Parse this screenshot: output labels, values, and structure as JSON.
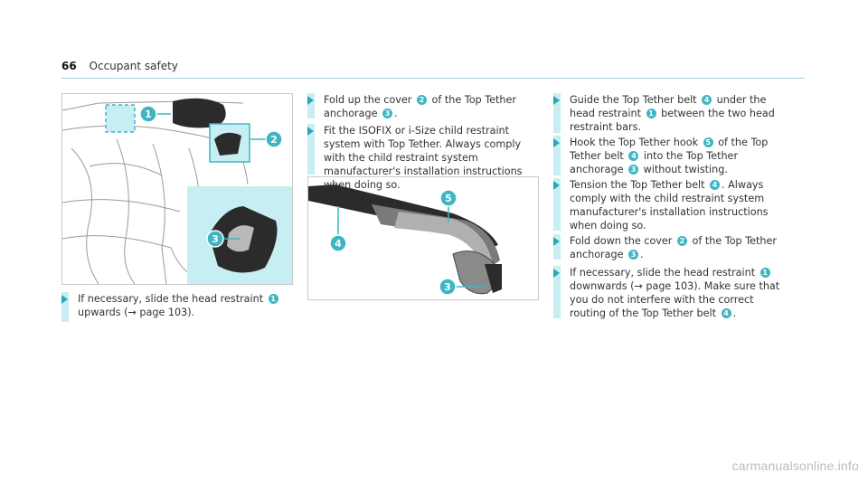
{
  "header": {
    "page_number": "66",
    "section_title": "Occupant safety"
  },
  "steps": {
    "s1": [
      "If necessary, slide the head restraint ",
      "1",
      " upwards (→ page 103)."
    ],
    "s2": [
      "Fold up the cover ",
      "2",
      " of the Top Tether anchorage ",
      "3",
      "."
    ],
    "s3": [
      "Fit the ISOFIX or i-Size child restraint system with Top Tether. Always comply with the child restraint system manufacturer's installation instructions when doing so."
    ],
    "s4": [
      "Guide the Top Tether belt ",
      "4",
      " under the head restraint ",
      "1",
      " between the two head restraint bars."
    ],
    "s5": [
      "Hook the Top Tether hook ",
      "5",
      " of the Top Tether belt ",
      "4",
      " into the Top Tether anchorage ",
      "3",
      " without twisting."
    ],
    "s6": [
      "Tension the Top Tether belt ",
      "4",
      ". Always comply with the child restraint system manufacturer's installation instructions when doing so."
    ],
    "s7": [
      "Fold down the cover ",
      "2",
      " of the Top Tether anchorage ",
      "3",
      "."
    ],
    "s8": [
      "If necessary, slide the head restraint ",
      "1",
      " downwards (→ page 103). Make sure that you do not interfere with the correct routing of the Top Tether belt ",
      "4",
      "."
    ]
  },
  "figure1": {
    "callouts": [
      "1",
      "2",
      "3"
    ]
  },
  "figure2": {
    "callouts": [
      "5",
      "4",
      "3"
    ]
  },
  "footer": {
    "watermark": "carmanualsonline.info"
  },
  "colors": {
    "accent": "#3fb5c4",
    "highlight": "#c7eef3",
    "arrow": "#2aa8b8"
  }
}
